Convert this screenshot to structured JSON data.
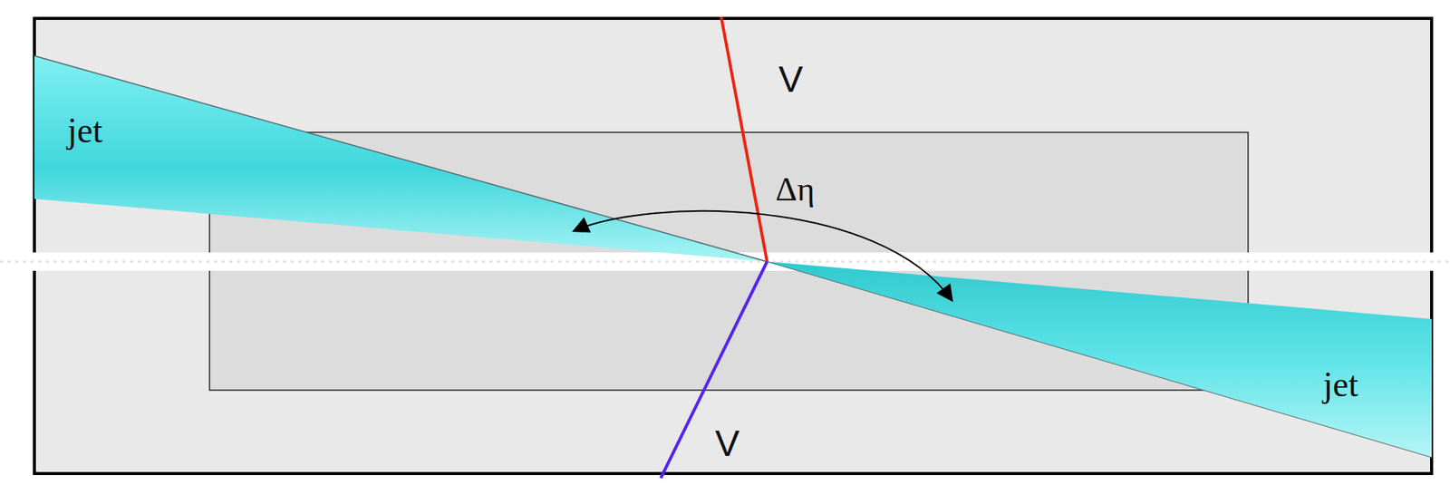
{
  "diagram": {
    "labels": [
      "V",
      "jet",
      "Δη",
      "jet",
      "V"
    ]
  }
}
